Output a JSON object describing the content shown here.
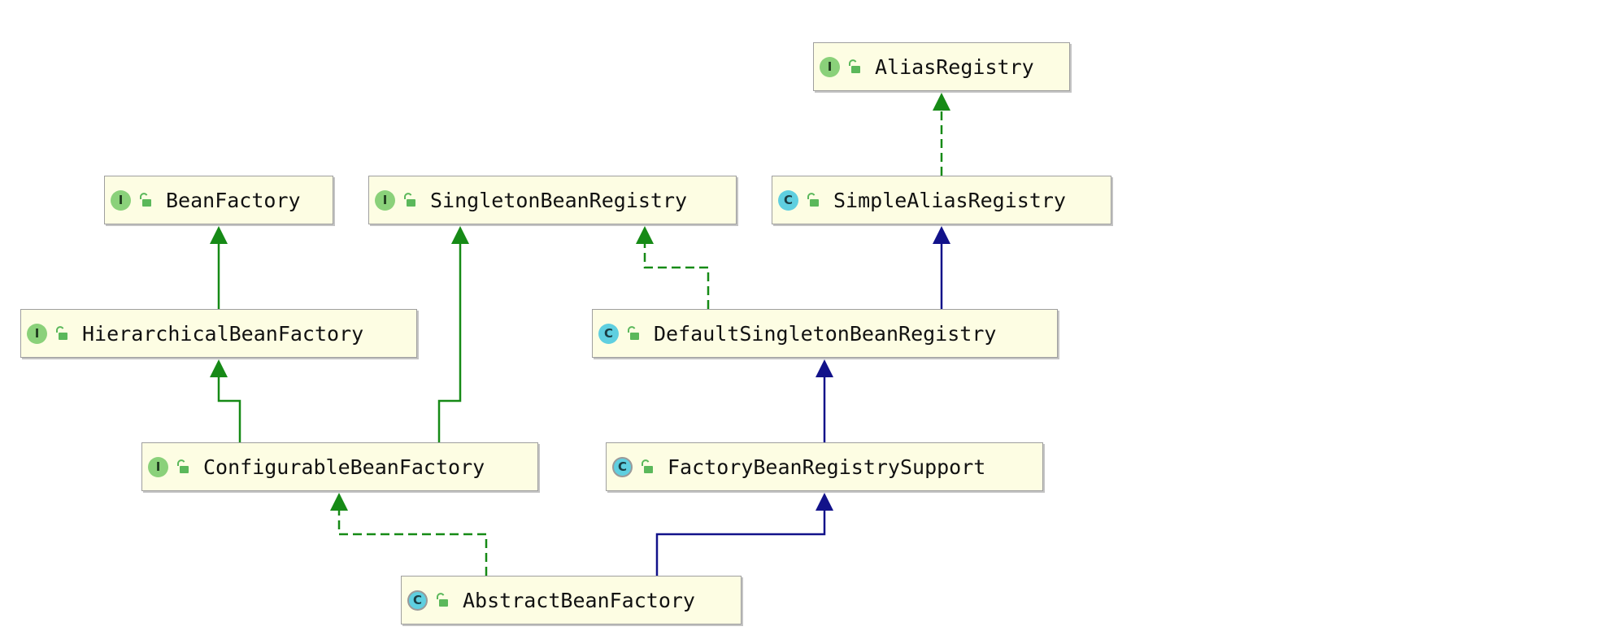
{
  "diagram": {
    "colors": {
      "implements_edge": "#168a16",
      "extends_edge": "#12128a",
      "interface_extends_edge": "#168a16",
      "node_fill": "#fdfde3",
      "interface_badge": "#8ad17a",
      "class_badge": "#5fcfe0"
    },
    "nodes": [
      {
        "id": "AliasRegistry",
        "label": "AliasRegistry",
        "kind": "interface",
        "badge": "I",
        "icon": "interface-icon"
      },
      {
        "id": "BeanFactory",
        "label": "BeanFactory",
        "kind": "interface",
        "badge": "I",
        "icon": "interface-icon"
      },
      {
        "id": "SingletonBeanRegistry",
        "label": "SingletonBeanRegistry",
        "kind": "interface",
        "badge": "I",
        "icon": "interface-icon"
      },
      {
        "id": "SimpleAliasRegistry",
        "label": "SimpleAliasRegistry",
        "kind": "class",
        "badge": "C",
        "icon": "class-icon"
      },
      {
        "id": "HierarchicalBeanFactory",
        "label": "HierarchicalBeanFactory",
        "kind": "interface",
        "badge": "I",
        "icon": "interface-icon"
      },
      {
        "id": "DefaultSingletonBeanRegistry",
        "label": "DefaultSingletonBeanRegistry",
        "kind": "class",
        "badge": "C",
        "icon": "class-icon"
      },
      {
        "id": "ConfigurableBeanFactory",
        "label": "ConfigurableBeanFactory",
        "kind": "interface",
        "badge": "I",
        "icon": "interface-icon"
      },
      {
        "id": "FactoryBeanRegistrySupport",
        "label": "FactoryBeanRegistrySupport",
        "kind": "abstract",
        "badge": "C",
        "icon": "abstract-class-icon"
      },
      {
        "id": "AbstractBeanFactory",
        "label": "AbstractBeanFactory",
        "kind": "abstract",
        "badge": "C",
        "icon": "abstract-class-icon"
      }
    ],
    "edges": [
      {
        "from": "SimpleAliasRegistry",
        "to": "AliasRegistry",
        "type": "implements"
      },
      {
        "from": "HierarchicalBeanFactory",
        "to": "BeanFactory",
        "type": "interface_extends"
      },
      {
        "from": "DefaultSingletonBeanRegistry",
        "to": "SingletonBeanRegistry",
        "type": "implements"
      },
      {
        "from": "DefaultSingletonBeanRegistry",
        "to": "SimpleAliasRegistry",
        "type": "extends"
      },
      {
        "from": "ConfigurableBeanFactory",
        "to": "HierarchicalBeanFactory",
        "type": "interface_extends"
      },
      {
        "from": "ConfigurableBeanFactory",
        "to": "SingletonBeanRegistry",
        "type": "interface_extends"
      },
      {
        "from": "FactoryBeanRegistrySupport",
        "to": "DefaultSingletonBeanRegistry",
        "type": "extends"
      },
      {
        "from": "AbstractBeanFactory",
        "to": "ConfigurableBeanFactory",
        "type": "implements"
      },
      {
        "from": "AbstractBeanFactory",
        "to": "FactoryBeanRegistrySupport",
        "type": "extends"
      }
    ]
  }
}
